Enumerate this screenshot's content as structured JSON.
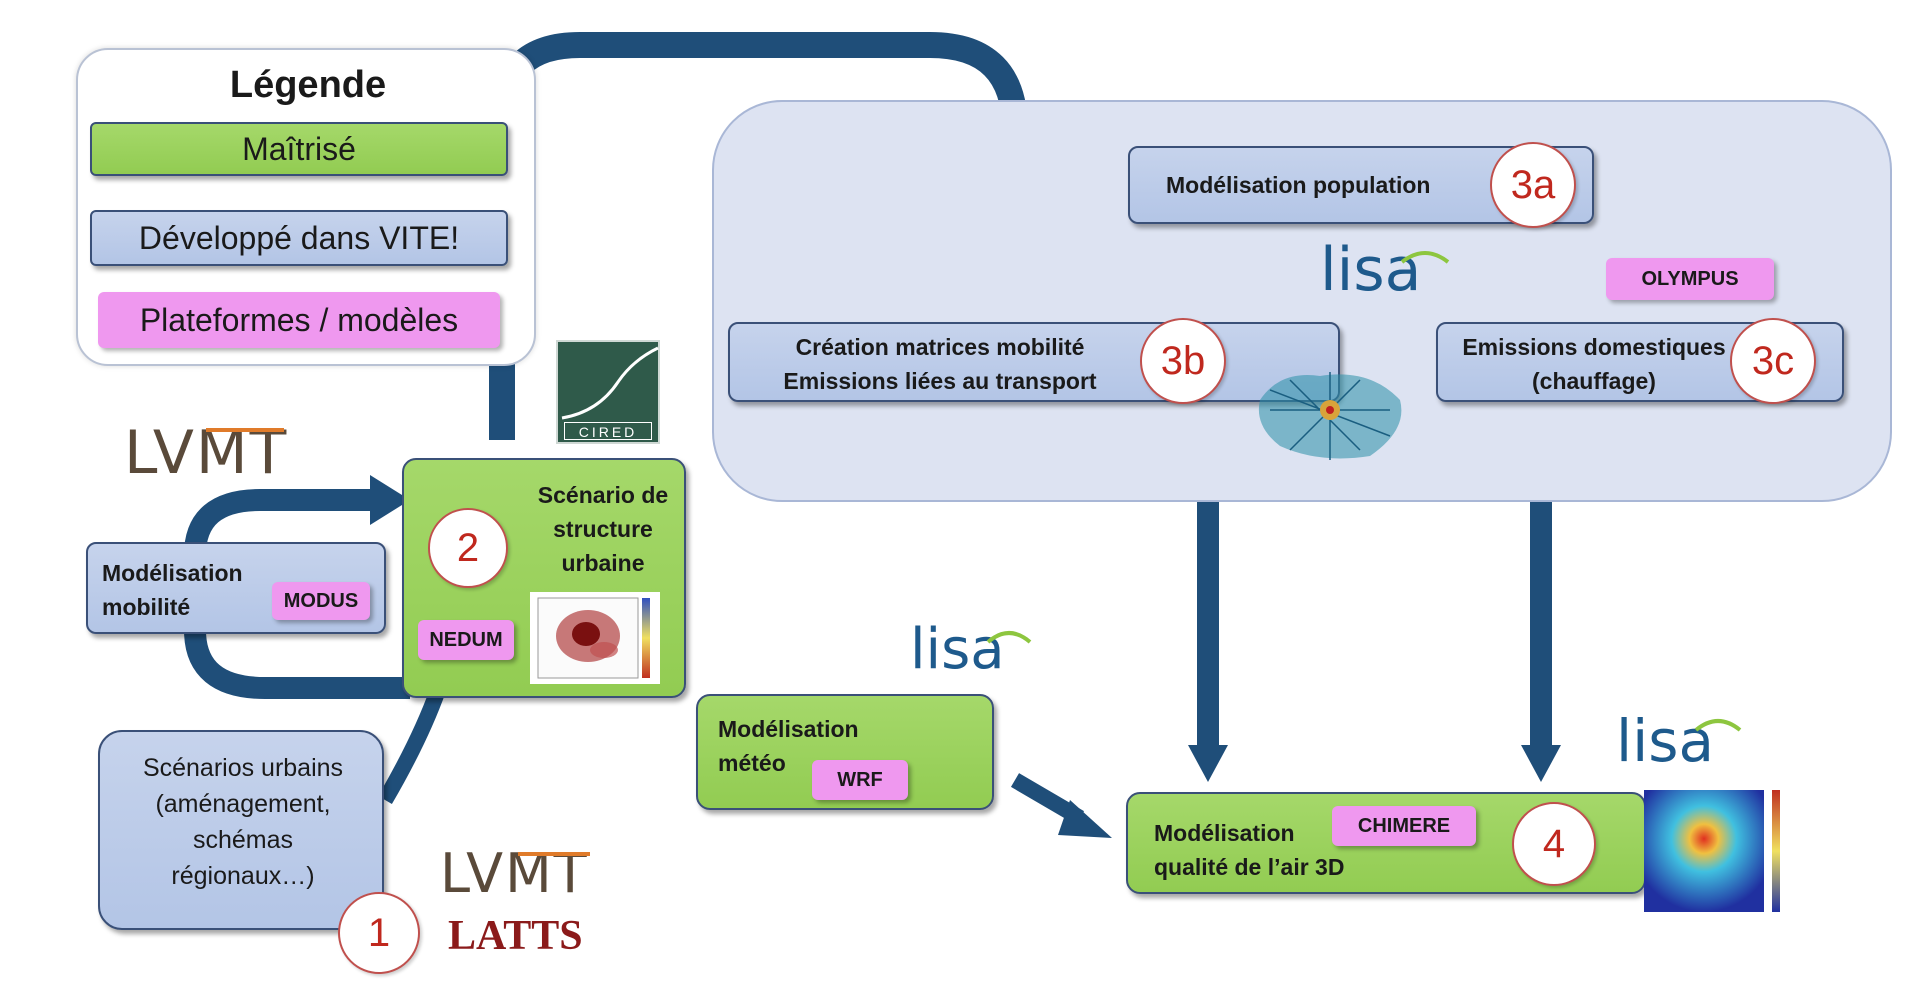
{
  "legend": {
    "title": "Légende",
    "mastered": "Maîtrisé",
    "developed": "Développé dans VITE!",
    "platforms": "Plateformes / modèles"
  },
  "logos": {
    "lvmt": "LVMT",
    "latts": "LATTS",
    "cired": "CIRED",
    "lisa": "lisa"
  },
  "nodes": {
    "mobility": {
      "line1": "Modélisation",
      "line2": "mobilité",
      "tag": "MODUS"
    },
    "urban_scenario": {
      "line1": "Scénario de",
      "line2": "structure",
      "line3": "urbaine",
      "num": "2",
      "tag": "NEDUM"
    },
    "urban_scenarios": {
      "line1": "Scénarios urbains",
      "line2": "(aménagement,",
      "line3": "schémas",
      "line4": "régionaux…)",
      "num": "1"
    },
    "population": {
      "label": "Modélisation population",
      "num": "3a"
    },
    "olympus": {
      "tag": "OLYMPUS"
    },
    "mobility_matrices": {
      "line1": "Création matrices mobilité",
      "line2": "Emissions liées au transport",
      "num": "3b"
    },
    "domestic": {
      "line1": "Emissions domestiques",
      "line2": "(chauffage)",
      "num": "3c"
    },
    "meteo": {
      "line1": "Modélisation",
      "line2": "météo",
      "tag": "WRF"
    },
    "air_quality": {
      "line1": "Modélisation",
      "line2": "qualité de l’air 3D",
      "tag": "CHIMERE",
      "num": "4"
    }
  },
  "colors": {
    "arrow": "#1f4e79",
    "green": "#92cc52",
    "blue": "#b3c5e6",
    "pink": "#ef98ef",
    "number_red": "#c0281e",
    "panel": "#dde3f2"
  }
}
